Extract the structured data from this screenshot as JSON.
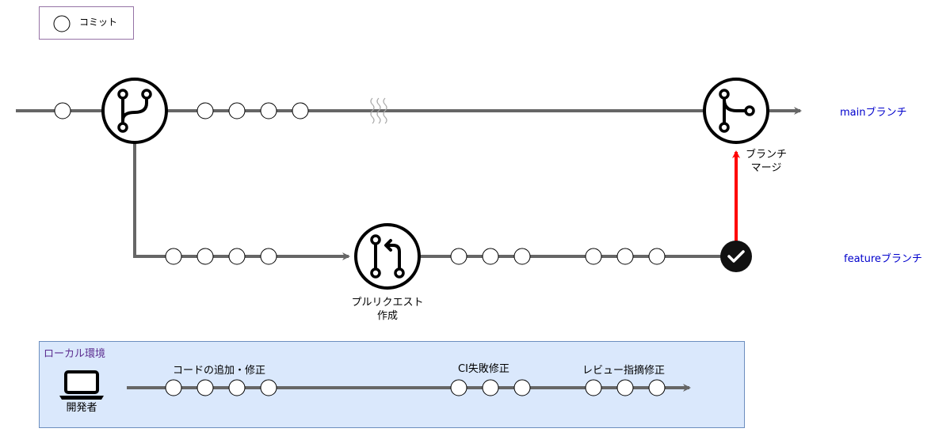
{
  "legend": {
    "commit_label": "コミット"
  },
  "branches": {
    "main_label": "mainブランチ",
    "feature_label": "featureブランチ"
  },
  "nodes": {
    "merge_label_line1": "ブランチ",
    "merge_label_line2": "マージ",
    "pr_label_line1": "プルリクエスト",
    "pr_label_line2": "作成"
  },
  "local": {
    "title": "ローカル環境",
    "developer_label": "開発者",
    "step1": "コードの追加・修正",
    "step2": "CI失敗修正",
    "step3": "レビュー指摘修正"
  },
  "colors": {
    "line": "#666666",
    "merge_arrow": "#ff0000",
    "branch_text": "#0000cc",
    "local_title": "#5b2c8f",
    "local_bg": "#dae8fc",
    "local_border": "#6c8ebf",
    "legend_border": "#9673a6"
  },
  "icons": {
    "branch": "git-branch-icon",
    "merge": "git-merge-icon",
    "pull_request": "git-pull-request-icon",
    "check": "check-circle-icon",
    "developer": "laptop-icon",
    "break": "wavy-break-icon"
  }
}
